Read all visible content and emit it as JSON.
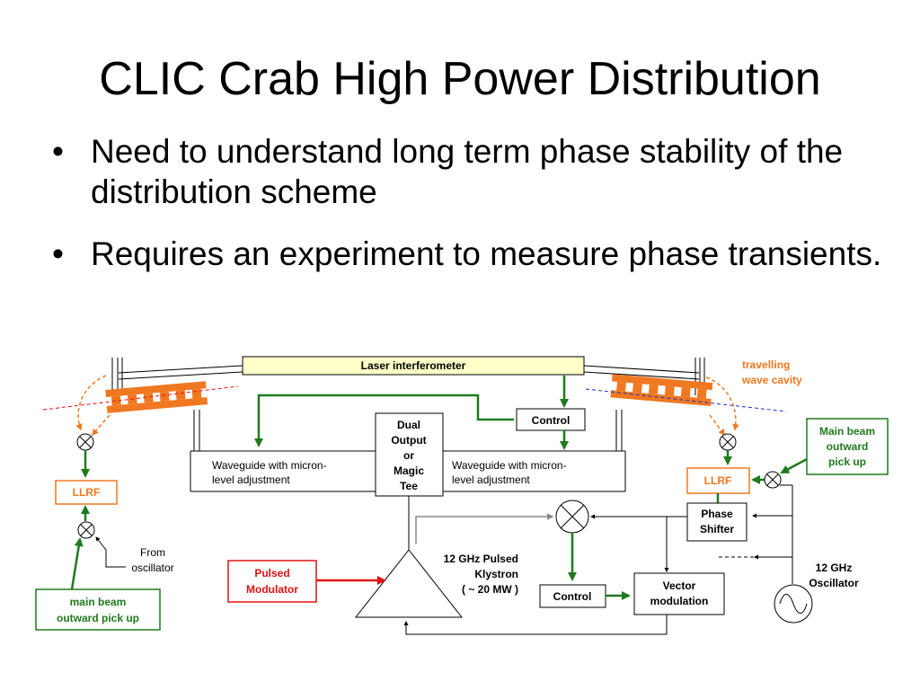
{
  "title": "CLIC Crab High Power Distribution",
  "bullets": [
    "Need to understand long term phase stability of the distribution scheme",
    "Requires an experiment to measure phase transients."
  ],
  "diagram": {
    "laser_interferometer": "Laser interferometer",
    "control_top": "Control",
    "control_bottom": "Control",
    "magic_tee": [
      "Dual",
      "Output",
      "or",
      "Magic",
      "Tee"
    ],
    "waveguide_left": [
      "Waveguide with micron-",
      "level adjustment"
    ],
    "waveguide_right": [
      "Waveguide with micron-",
      "level adjustment"
    ],
    "llrf_left": "LLRF",
    "llrf_right": "LLRF",
    "travelling_wave_cavity": [
      "travelling",
      "wave cavity"
    ],
    "main_beam_right": [
      "Main beam",
      "outward",
      "pick up"
    ],
    "main_beam_left": [
      "main beam",
      "outward pick up"
    ],
    "from_oscillator": [
      "From",
      "oscillator"
    ],
    "pulsed_modulator": [
      "Pulsed",
      "Modulator"
    ],
    "klystron": [
      "12 GHz Pulsed",
      "Klystron",
      "( ~ 20 MW )"
    ],
    "phase_shifter": [
      "Phase",
      "Shifter"
    ],
    "vector_modulation": [
      "Vector",
      "modulation"
    ],
    "oscillator": [
      "12 GHz",
      "Oscillator"
    ],
    "colors": {
      "green": "#1f7a1f",
      "orange": "#f07820",
      "red": "#e01010",
      "box_fill": "#ffffc8"
    }
  }
}
